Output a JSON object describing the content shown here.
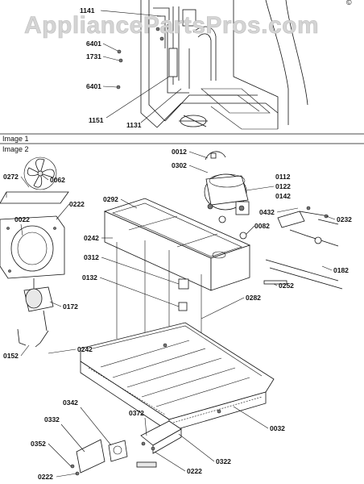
{
  "watermark": "AppliancePartsPros.com",
  "copyright_mark": "©",
  "sections": [
    {
      "name": "Image 1"
    },
    {
      "name": "Image 2"
    }
  ],
  "labels_image1": [
    "1141",
    "6401",
    "1731",
    "6401",
    "1151",
    "1131"
  ],
  "labels_image2": [
    "0012",
    "0302",
    "0112",
    "0122",
    "0142",
    "0272",
    "0062",
    "0222",
    "0292",
    "0022",
    "0432",
    "0232",
    "0082",
    "0242",
    "0312",
    "0182",
    "0132",
    "0252",
    "0172",
    "0282",
    "0152",
    "0242",
    "0032",
    "0342",
    "0372",
    "0332",
    "0352",
    "0322",
    "0222",
    "0222"
  ]
}
